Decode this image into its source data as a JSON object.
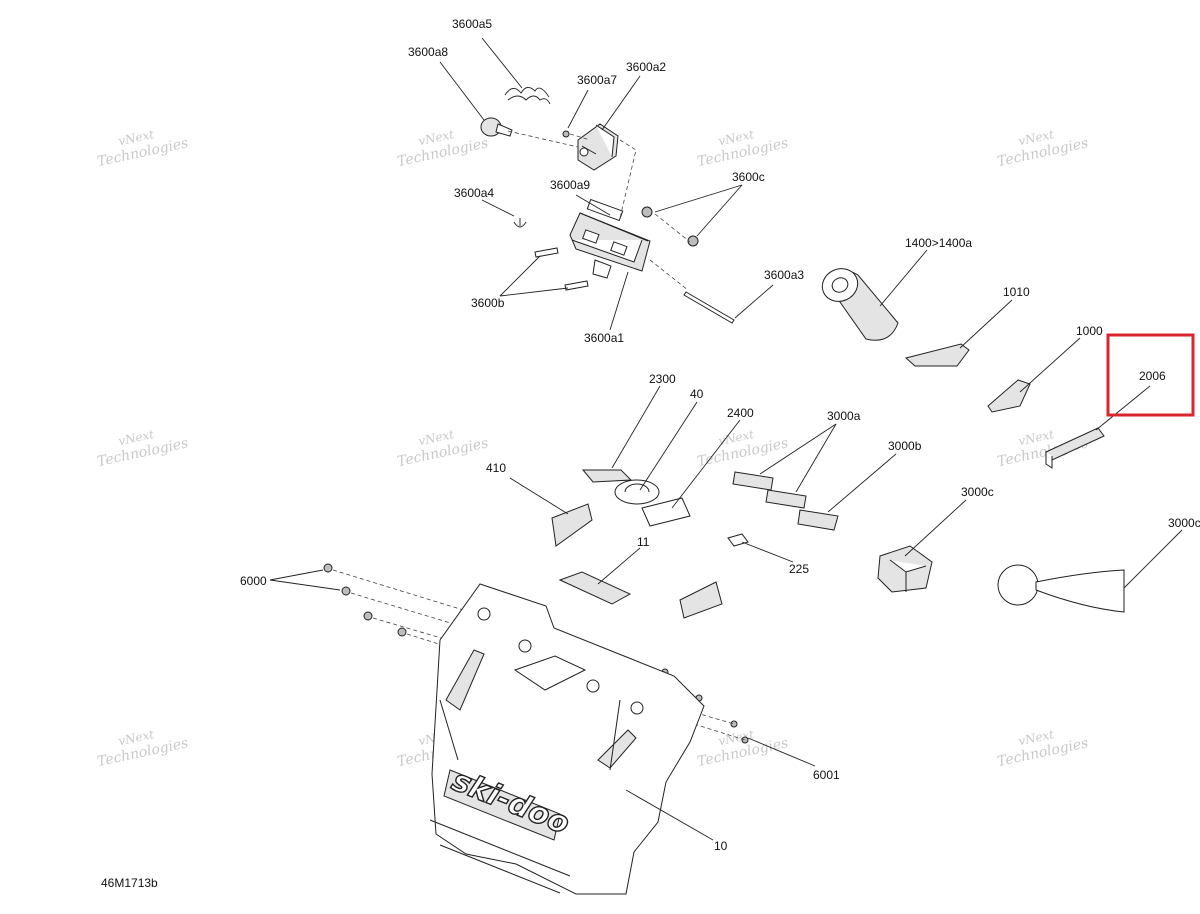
{
  "figure_id": "46M1713b",
  "brand_logo_text": "ski-doo",
  "watermark": {
    "line1": "vNext",
    "line2": "Technologies"
  },
  "highlight_color": "#d9262c",
  "callouts": [
    {
      "id": "3600a5",
      "label": "3600a5"
    },
    {
      "id": "3600a8",
      "label": "3600a8"
    },
    {
      "id": "3600a7",
      "label": "3600a7"
    },
    {
      "id": "3600a2",
      "label": "3600a2"
    },
    {
      "id": "3600a9",
      "label": "3600a9"
    },
    {
      "id": "3600a4",
      "label": "3600a4"
    },
    {
      "id": "3600c",
      "label": "3600c"
    },
    {
      "id": "3600b",
      "label": "3600b"
    },
    {
      "id": "3600a1",
      "label": "3600a1"
    },
    {
      "id": "3600a3",
      "label": "3600a3"
    },
    {
      "id": "1400",
      "label": "1400>1400a"
    },
    {
      "id": "1010",
      "label": "1010"
    },
    {
      "id": "1000",
      "label": "1000"
    },
    {
      "id": "2006",
      "label": "2006",
      "highlighted": true
    },
    {
      "id": "2300",
      "label": "2300"
    },
    {
      "id": "40",
      "label": "40"
    },
    {
      "id": "2400",
      "label": "2400"
    },
    {
      "id": "3000a",
      "label": "3000a"
    },
    {
      "id": "3000b",
      "label": "3000b"
    },
    {
      "id": "410",
      "label": "410"
    },
    {
      "id": "3000c",
      "label": "3000c"
    },
    {
      "id": "3000d",
      "label": "3000c"
    },
    {
      "id": "11",
      "label": "11"
    },
    {
      "id": "225",
      "label": "225"
    },
    {
      "id": "6000",
      "label": "6000"
    },
    {
      "id": "6001",
      "label": "6001"
    },
    {
      "id": "10",
      "label": "10"
    }
  ]
}
